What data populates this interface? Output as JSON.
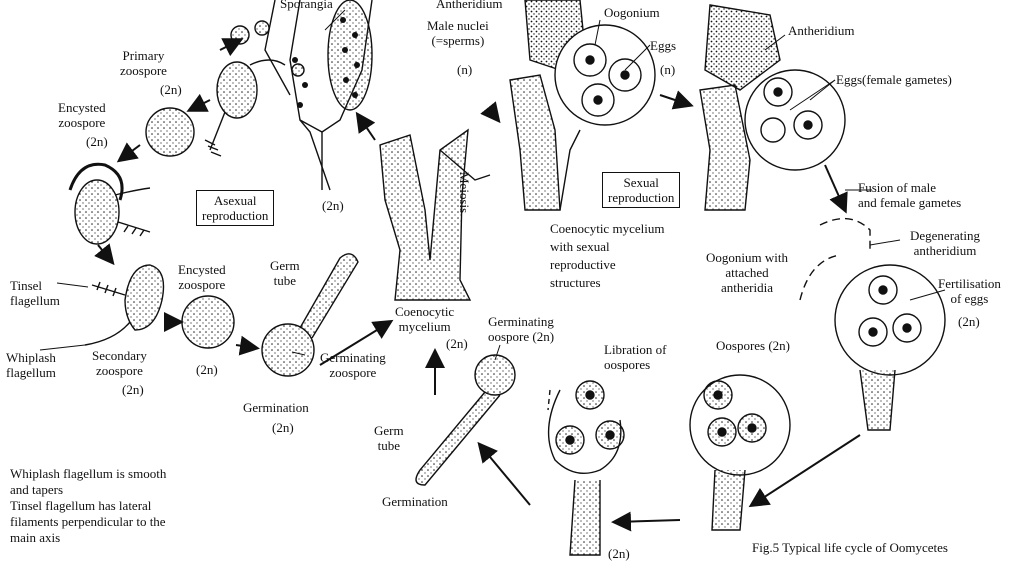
{
  "labels": {
    "sporangia": "Sporangia",
    "primary_zoospore": "Primary\nzoospore",
    "primary_ploidy": "(2n)",
    "encysted_zoospore_1": "Encysted\nzoospore",
    "encysted_ploidy_1": "(2n)",
    "tinsel_flagellum": "Tinsel\nflagellum",
    "whiplash_flagellum": "Whiplash\nflagellum",
    "secondary_zoospore": "Secondary\nzoospore",
    "secondary_ploidy": "(2n)",
    "encysted_zoospore_2": "Encysted\nzoospore",
    "encysted_ploidy_2": "(2n)",
    "germ_tube_1": "Germ\ntube",
    "germinating_zoospore": "Germinating\nzoospore",
    "germination_1": "Germination",
    "germination_ploidy_1": "(2n)",
    "sporangia_ploidy": "(2n)",
    "coenocytic_mycelium": "Coenocytic\nmycelium",
    "mycelium_ploidy": "(2n)",
    "meiosis": "Meiosis",
    "antheridium_1": "Antheridium",
    "male_nuclei": "Male nuclei\n(=sperms)",
    "male_ploidy": "(n)",
    "oogonium": "Oogonium",
    "eggs": "Eggs",
    "eggs_ploidy": "(n)",
    "mycelium_sexual": "Coenocytic mycelium\nwith sexual\nreproductive\nstructures",
    "antheridium_2": "Antheridium",
    "eggs_female": "Eggs(female gametes)",
    "fusion": "Fusion of male\nand female gametes",
    "oogonium_attached": "Oogonium with\nattached\nantheridia",
    "degenerating": "Degenerating\nantheridium",
    "fertilisation": "Fertilisation\nof eggs",
    "fert_ploidy": "(2n)",
    "oospores": "Oospores (2n)",
    "libration": "Libration of\noospores",
    "germinating_oospore": "Germinating\noospore (2n)",
    "germ_tube_2": "Germ\ntube",
    "germination_2": "Germination",
    "bottom_ploidy": "(2n)"
  },
  "boxes": {
    "asexual": "Asexual\nreproduction",
    "sexual": "Sexual\nreproduction"
  },
  "note": "Whiplash flagellum is smooth\nand tapers\nTinsel flagellum has lateral\nfilaments perpendicular to the\nmain axis",
  "caption": "Fig.5 Typical life cycle of Oomycetes"
}
